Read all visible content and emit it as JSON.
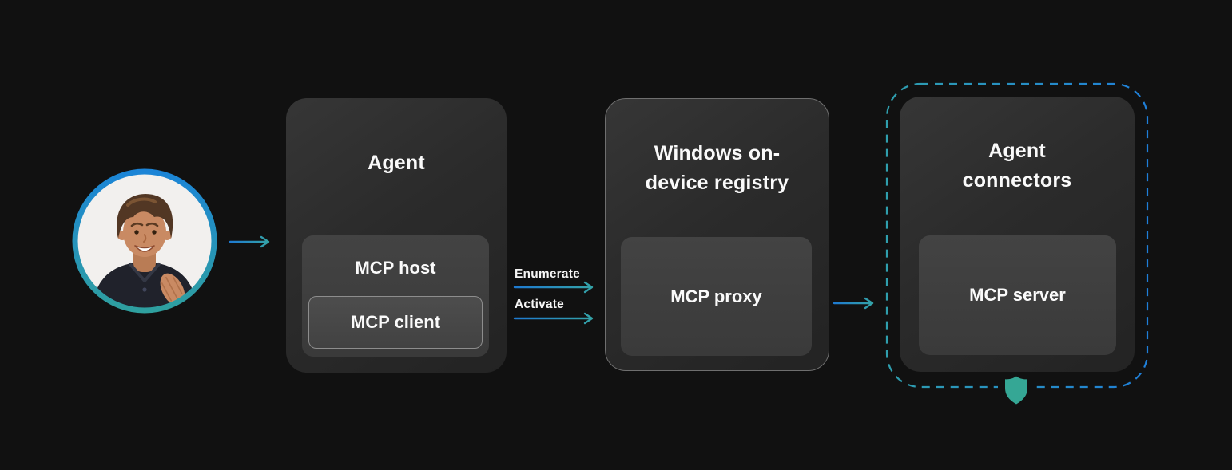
{
  "page": {
    "background": "#111111"
  },
  "avatar": {
    "icon": "person-avatar"
  },
  "nodes": {
    "agent": {
      "title": "Agent",
      "host_label": "MCP host",
      "client_label": "MCP client"
    },
    "registry": {
      "title_lines": [
        "Windows on-",
        "device registry"
      ],
      "proxy_label": "MCP proxy"
    },
    "connectors": {
      "title_lines": [
        "Agent",
        "connectors"
      ],
      "server_label": "MCP server",
      "shield_icon": "shield-icon"
    }
  },
  "edges": {
    "enumerate_label": "Enumerate",
    "activate_label": "Activate"
  },
  "colors": {
    "background": "#111111",
    "accent_blue": "#1e7ad1",
    "accent_teal": "#34a3a8",
    "panel_top": "#363636",
    "panel_bottom": "#232323",
    "inner_panel": "#3e3e3e",
    "registry_border": "#6f6f6f",
    "client_border": "#8d8d8d",
    "text": "#ffffff"
  }
}
